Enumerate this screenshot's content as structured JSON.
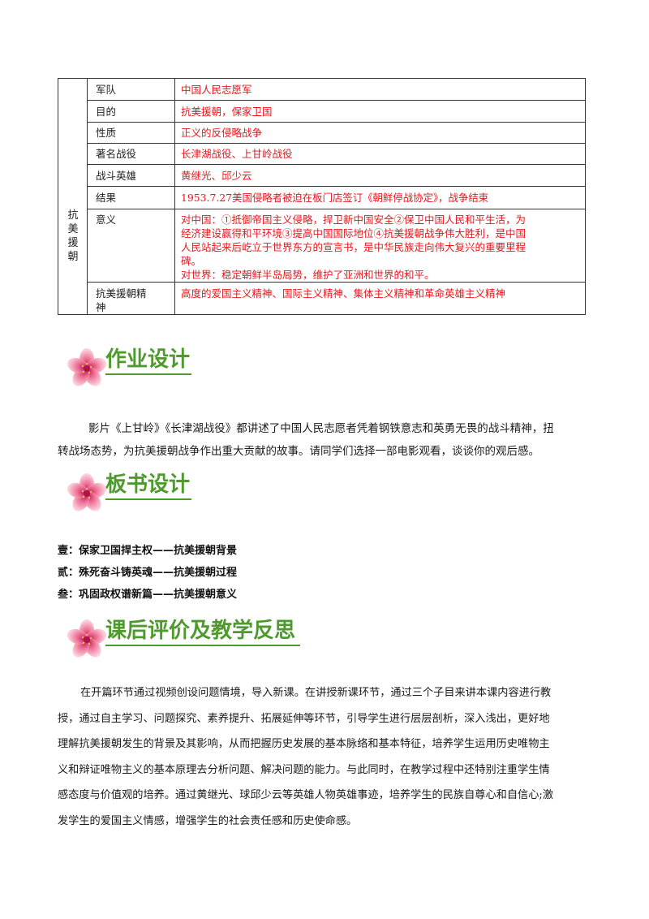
{
  "table": {
    "group_label": [
      "抗",
      "美",
      "援",
      "朝"
    ],
    "rows": [
      {
        "label": "军队",
        "value": [
          "中国人民志愿军"
        ]
      },
      {
        "label": "目的",
        "value": [
          "抗美援朝，保家卫国"
        ]
      },
      {
        "label": "性质",
        "value": [
          "正义的反侵略战争"
        ]
      },
      {
        "label": "著名战役",
        "value": [
          "长津湖战役、上甘岭战役"
        ]
      },
      {
        "label": "战斗英雄",
        "value": [
          "黄继光、邱少云"
        ]
      },
      {
        "label": "结果",
        "value": [
          "1953.7.27美国侵略者被迫在板门店签订《朝鲜停战协定》，战争结束"
        ]
      },
      {
        "label": "意义",
        "value": [
          "对中国：①抵御帝国主义侵略，捍卫新中国安全②保卫中国人民和平生活，为",
          "经济建设赢得和平环境③提高中国国际地位④抗美援朝战争伟大胜利，是中国",
          "人民站起来后屹立于世界东方的宣言书，是中华民族走向伟大复兴的重要里程",
          "碑。",
          "对世界：稳定朝鲜半岛局势，维护了亚洲和世界的和平。"
        ]
      },
      {
        "label": [
          "抗美援朝精",
          "神"
        ],
        "value": [
          "高度的爱国主义精神、国际主义精神、集体主义精神和革命英雄主义精神"
        ]
      }
    ]
  },
  "sections": {
    "homework": {
      "title": "作业设计",
      "text": [
        "影片《上甘岭》《长津湖战役》都讲述了中国人民志愿者凭着钢铁意志和英勇无畏的战斗精神，扭",
        "转战场态势，为抗美援朝战争作出重大贡献的故事。请同学们选择一部电影观看，谈谈你的观后感。"
      ]
    },
    "board": {
      "title": "板书设计",
      "lines": [
        "壹：保家卫国捍主权——抗美援朝背景",
        "贰：殊死奋斗铸英魂——抗美援朝过程",
        "叁：巩固政权谱新篇——抗美援朝意义"
      ]
    },
    "reflection": {
      "title": "课后评价及教学反思",
      "text": [
        "在开篇环节通过视频创设问题情境，导入新课。在讲授新课环节，通过三个子目来讲本课内容进行教",
        "授，通过自主学习、问题探究、素养提升、拓展延伸等环节，引导学生进行层层剖析，深入浅出，更好地",
        "理解抗美援朝发生的背景及其影响，从而把握历史发展的基本脉络和基本特征，培养学生运用历史唯物主",
        "义和辩证唯物主义的基本原理去分析问题、解决问题的能力。与此同时，在教学过程中还特别注重学生情",
        "感态度与价值观的培养。通过黄继光、球邱少云等英雄人物英雄事迹，培养学生的民族自尊心和自信心;激",
        "发学生的爱国主义情感，增强学生的社会责任感和历史使命感。"
      ]
    }
  },
  "colors": {
    "heading": "#4f9a2e",
    "table_value": "#e8171c",
    "flower": "#e8728e"
  }
}
